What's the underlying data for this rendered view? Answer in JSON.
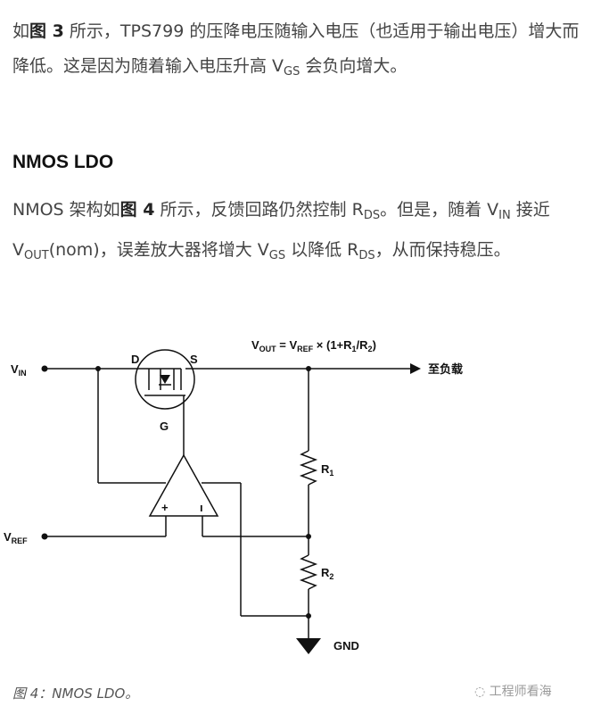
{
  "paragraph1": {
    "t1": "如",
    "figref": "图 3",
    "t2": " 所示，TPS799 的压降电压随输入电压（也适用于输出电压）增大而降低。这是因为随着输入电压升高 V",
    "sub_gs": "GS",
    "t3": " 会负向增大。"
  },
  "heading": "NMOS LDO",
  "paragraph2": {
    "t1": "NMOS 架构如",
    "figref": "图 4",
    "t2": " 所示，反馈回路仍然控制 R",
    "sub_ds": "DS",
    "t3": "。但是，随着 V",
    "sub_in": "IN",
    "t4": " 接近 V",
    "sub_out": "OUT",
    "t5": "(nom)，误差放大器将增大 V",
    "sub_gs": "GS",
    "t6": " 以降低 R",
    "sub_ds2": "DS",
    "t7": "，从而保持稳压。"
  },
  "circuit": {
    "vin": {
      "main": "V",
      "sub": "IN"
    },
    "vref": {
      "main": "V",
      "sub": "REF"
    },
    "drain": "D",
    "source": "S",
    "gate": "G",
    "vout_eq": {
      "a": "V",
      "a_sub": "OUT",
      "b": " = V",
      "b_sub": "REF",
      "c": " × (1+R",
      "c_sub": "1",
      "d": "/R",
      "d_sub": "2",
      "e": ")"
    },
    "load": "至负载",
    "r1": {
      "main": "R",
      "sub": "1"
    },
    "r2": {
      "main": "R",
      "sub": "2"
    },
    "plus": "+",
    "minus": "ı",
    "gnd": "GND"
  },
  "caption": "图 4：NMOS LDO。",
  "watermark": "工程师看海",
  "colors": {
    "text": "#444444",
    "ink": "#111111",
    "caption": "#555555",
    "watermark": "#9a9a9a"
  }
}
